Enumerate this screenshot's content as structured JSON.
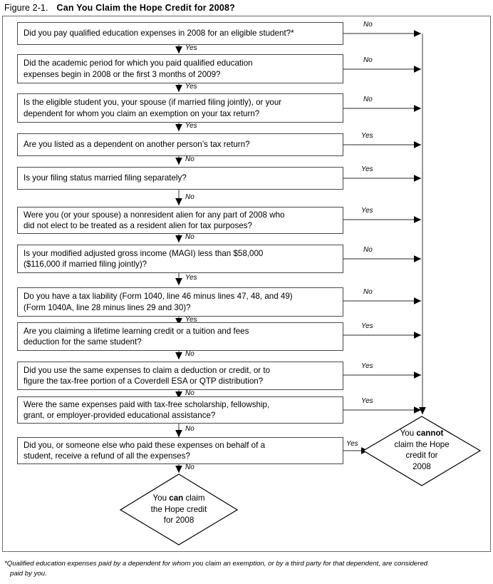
{
  "figure": {
    "number": "Figure 2-1.",
    "title": "Can You Claim the Hope Credit for 2008?"
  },
  "theme": {
    "background": "#ffffff",
    "ink": "#000000",
    "box_border": "#4a4a4a",
    "frame_border": "#6b6b6b",
    "wire": "#555555"
  },
  "flowchart": {
    "type": "decision-flowchart",
    "nodes": [
      {
        "id": "q1",
        "kind": "decision-box",
        "lines": [
          "Did you pay qualified education expenses in 2008 for an eligible student?*"
        ],
        "down_label": "Yes",
        "side_label": "No",
        "side_target": "cannot"
      },
      {
        "id": "q2",
        "kind": "decision-box",
        "lines": [
          "Did the academic period for which you paid qualified education",
          "expenses begin in 2008 or the first 3 months of 2009?"
        ],
        "down_label": "Yes",
        "side_label": "No",
        "side_target": "cannot"
      },
      {
        "id": "q3",
        "kind": "decision-box",
        "lines": [
          "Is the eligible student you, your spouse (if married filing jointly), or your",
          "dependent for whom you claim an exemption on your tax return?"
        ],
        "down_label": "Yes",
        "side_label": "No",
        "side_target": "cannot"
      },
      {
        "id": "q4",
        "kind": "decision-box",
        "lines": [
          "Are you listed as a dependent on another person’s tax return?"
        ],
        "down_label": "No",
        "side_label": "Yes",
        "side_target": "cannot"
      },
      {
        "id": "q5",
        "kind": "decision-box",
        "lines": [
          "Is your filing status married filing separately?"
        ],
        "down_label": "No",
        "side_label": "Yes",
        "side_target": "cannot"
      },
      {
        "id": "q6",
        "kind": "decision-box",
        "lines": [
          "Were you (or your spouse) a nonresident alien for any part of 2008 who",
          "did not elect to be treated as a resident alien for tax purposes?"
        ],
        "down_label": "No",
        "side_label": "Yes",
        "side_target": "cannot"
      },
      {
        "id": "q7",
        "kind": "decision-box",
        "lines": [
          "Is your modified adjusted gross income (MAGI) less than $58,000",
          "($116,000 if married filing jointly)?"
        ],
        "down_label": "Yes",
        "side_label": "No",
        "side_target": "cannot"
      },
      {
        "id": "q8",
        "kind": "decision-box",
        "lines": [
          "Do you have a tax liability (Form 1040, line 46 minus lines 47, 48, and 49)",
          "(Form 1040A, line 28 minus lines 29 and 30)?"
        ],
        "down_label": "Yes",
        "side_label": "No",
        "side_target": "cannot"
      },
      {
        "id": "q9",
        "kind": "decision-box",
        "lines": [
          "Are you claiming a lifetime learning credit or a tuition and fees",
          "deduction for the same student?"
        ],
        "down_label": "No",
        "side_label": "Yes",
        "side_target": "cannot"
      },
      {
        "id": "q10",
        "kind": "decision-box",
        "lines": [
          "Did you use the same expenses to claim a deduction or credit, or to",
          "figure the tax-free portion of a Coverdell ESA or QTP distribution?"
        ],
        "down_label": "No",
        "side_label": "Yes",
        "side_target": "cannot"
      },
      {
        "id": "q11",
        "kind": "decision-box",
        "lines": [
          "Were the same expenses paid with tax-free scholarship, fellowship,",
          "grant, or employer-provided educational assistance?"
        ],
        "down_label": "No",
        "side_label": "Yes",
        "side_target": "cannot"
      },
      {
        "id": "q12",
        "kind": "decision-box",
        "lines": [
          "Did you, or someone else who paid these expenses on behalf of a",
          "student, receive a refund of all the expenses?"
        ],
        "down_label": "No",
        "side_label": "Yes",
        "side_target": "cannot"
      }
    ],
    "terminals": [
      {
        "id": "cannot",
        "kind": "terminal-diamond",
        "lines_html": [
          "You <b>cannot</b>",
          "claim the Hope",
          "credit for",
          "2008"
        ],
        "plain_text": "You cannot claim the Hope credit for 2008"
      },
      {
        "id": "can",
        "kind": "terminal-diamond",
        "lines_html": [
          "You <b>can</b> claim",
          "the Hope credit",
          "for 2008"
        ],
        "plain_text": "You can claim the Hope credit for 2008"
      }
    ]
  },
  "footnote": {
    "line1": "*Qualified education expenses paid by a dependent for whom you claim an exemption, or by a third party for that dependent, are considered",
    "line2": "paid by you."
  }
}
